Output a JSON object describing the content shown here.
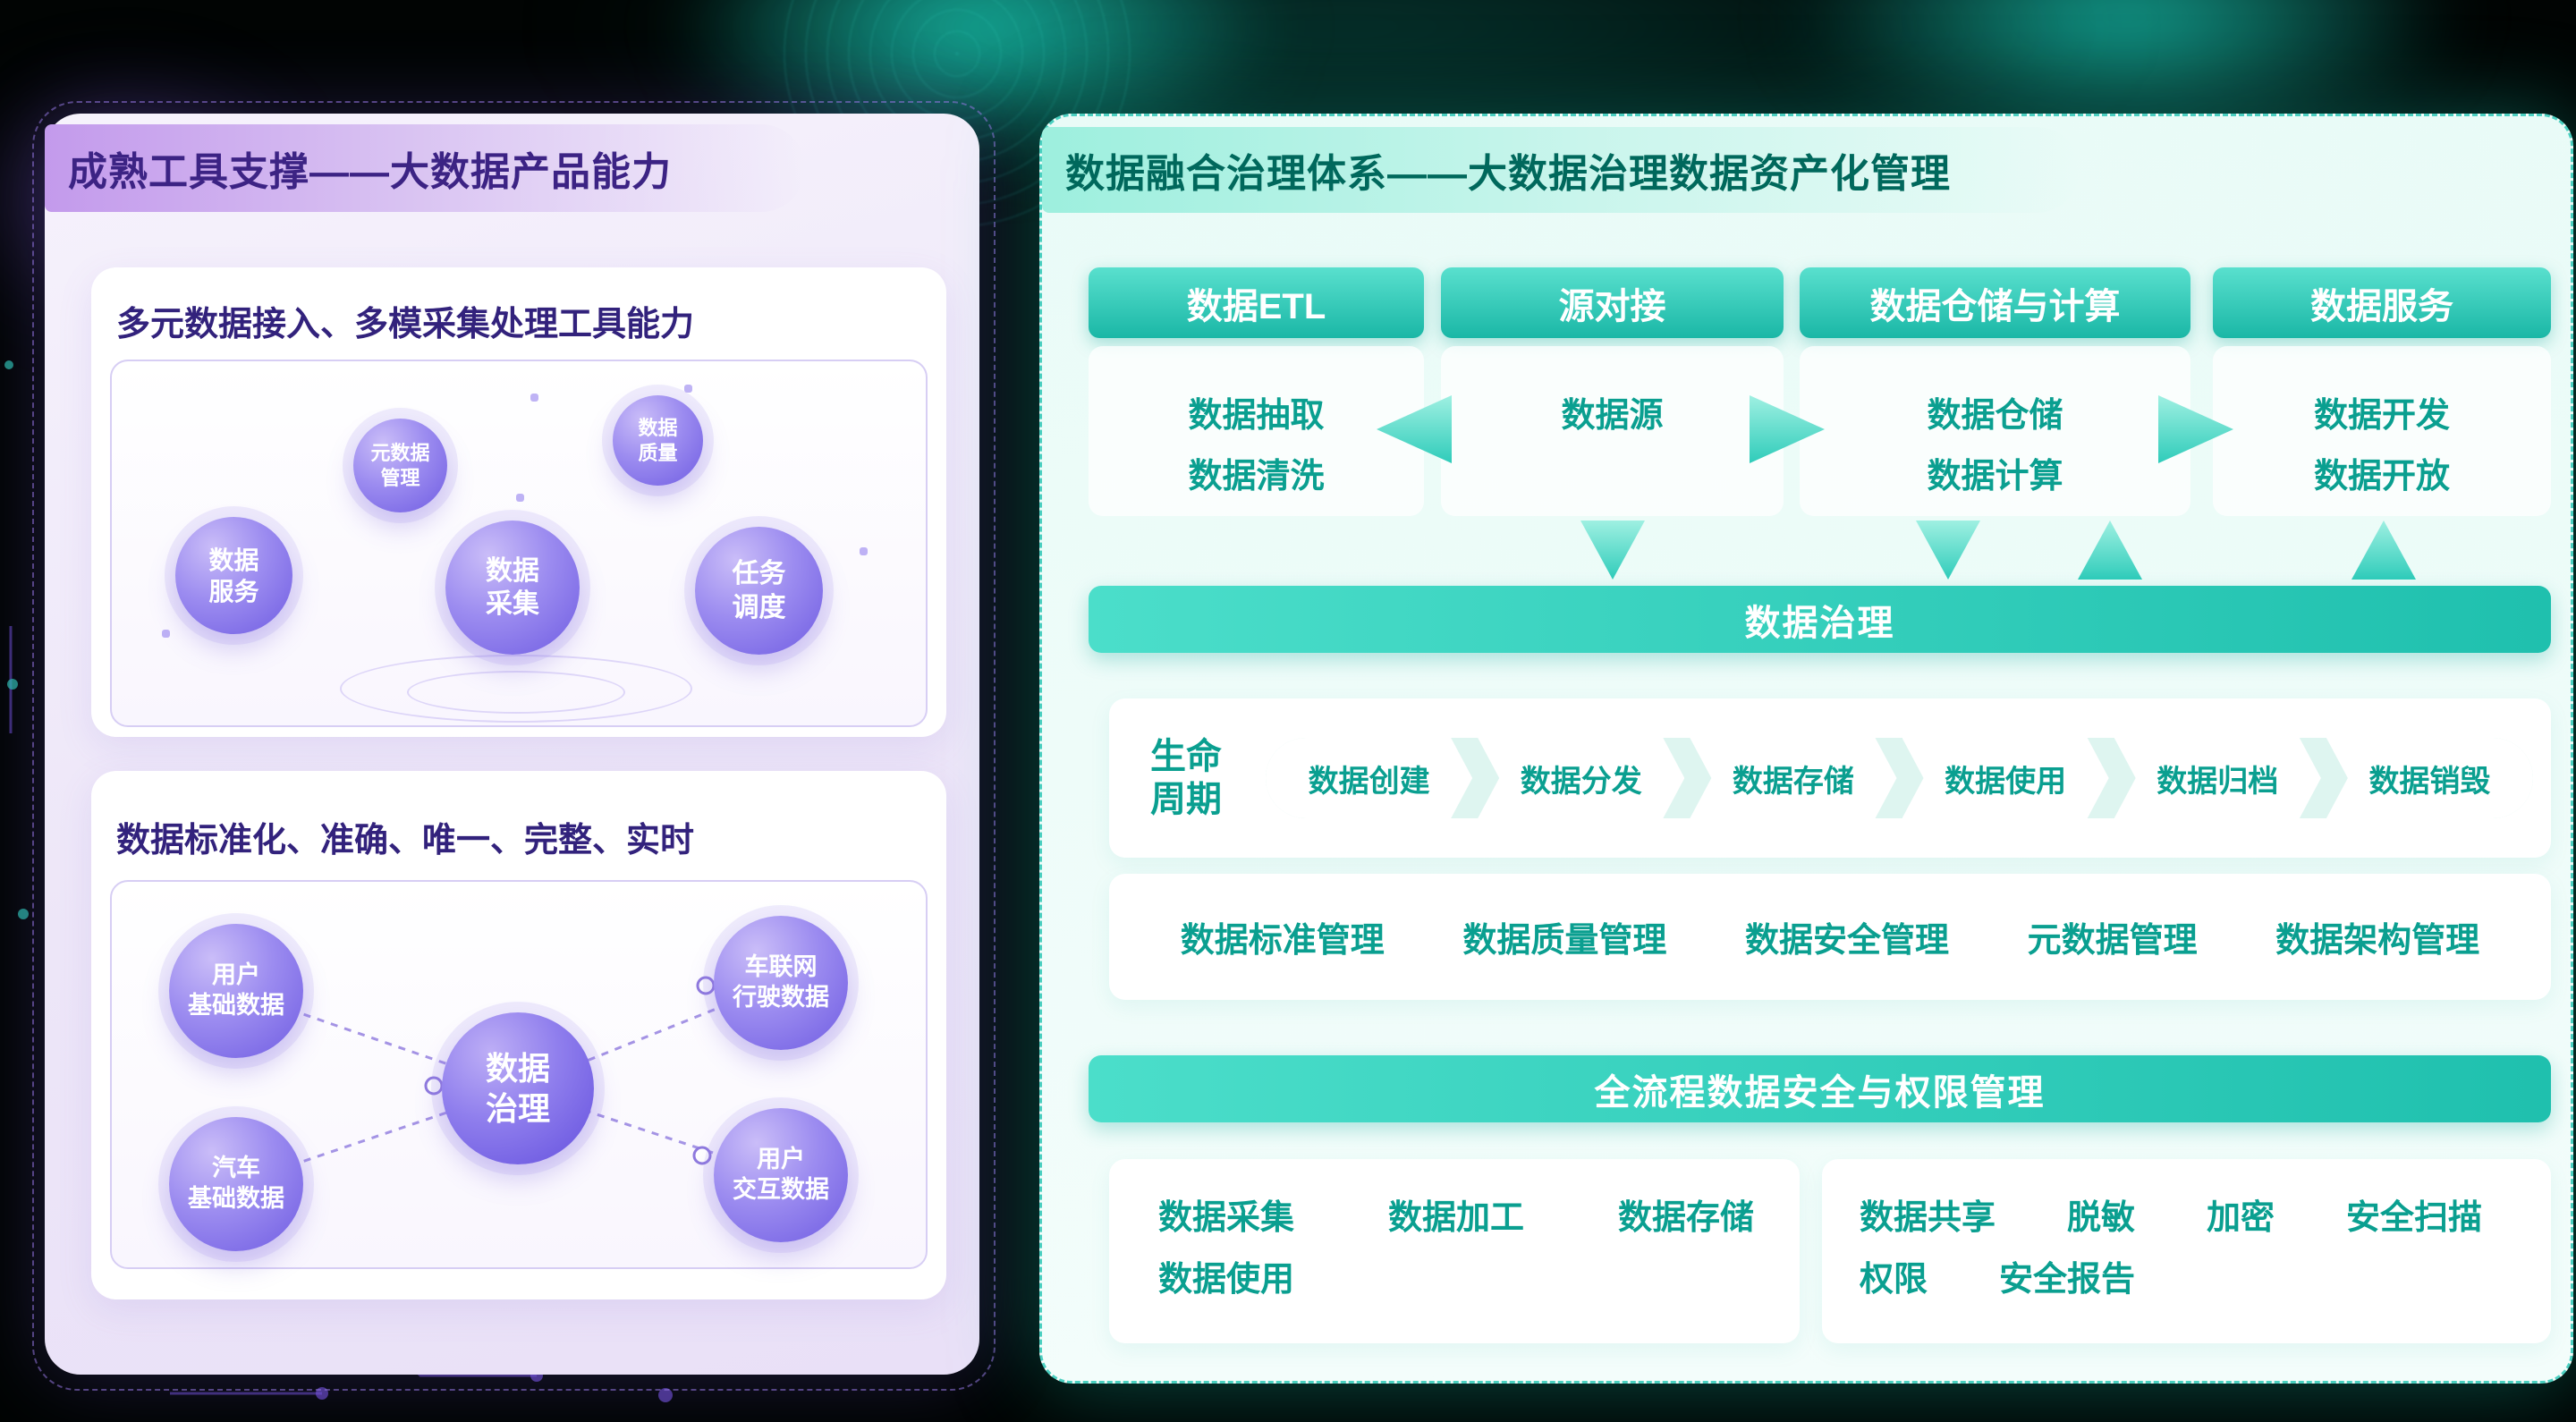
{
  "colors": {
    "purple_accent": "#7b5fe0",
    "purple_title_text": "#3c2384",
    "teal_accent": "#1fc0ae",
    "teal_item_text": "#0a9f90",
    "teal_title_text": "#00685c",
    "background": "#000000"
  },
  "left_panel": {
    "title": "成熟工具支撑——大数据产品能力",
    "tools_card": {
      "title": "多元数据接入、多模采集处理工具能力",
      "bubbles": [
        {
          "label": "元数据\n管理"
        },
        {
          "label": "数据\n质量"
        },
        {
          "label": "数据\n服务"
        },
        {
          "label": "数据\n采集"
        },
        {
          "label": "任务\n调度"
        }
      ]
    },
    "standards_card": {
      "title": "数据标准化、准确、唯一、完整、实时",
      "center_bubble": "数据\n治理",
      "bubbles": [
        {
          "label": "用户\n基础数据"
        },
        {
          "label": "车联网\n行驶数据"
        },
        {
          "label": "汽车\n基础数据"
        },
        {
          "label": "用户\n交互数据"
        }
      ]
    }
  },
  "right_panel": {
    "title": "数据融合治理体系——大数据治理数据资产化管理",
    "columns": [
      {
        "header": "数据ETL",
        "items": [
          "数据抽取",
          "数据清洗"
        ]
      },
      {
        "header": "源对接",
        "items": [
          "数据源"
        ]
      },
      {
        "header": "数据仓储与计算",
        "items": [
          "数据仓储",
          "数据计算"
        ]
      },
      {
        "header": "数据服务",
        "items": [
          "数据开发",
          "数据开放"
        ]
      }
    ],
    "governance_bar": "数据治理",
    "lifecycle": {
      "label": "生命\n周期",
      "steps": [
        "数据创建",
        "数据分发",
        "数据存储",
        "数据使用",
        "数据归档",
        "数据销毁"
      ]
    },
    "management_items": [
      "数据标准管理",
      "数据质量管理",
      "数据安全管理",
      "元数据管理",
      "数据架构管理"
    ],
    "security_bar": "全流程数据安全与权限管理",
    "security_groups": {
      "left": [
        "数据采集",
        "数据加工",
        "数据存储",
        "数据使用"
      ],
      "right": [
        "数据共享",
        "脱敏",
        "加密",
        "安全扫描",
        "权限",
        "安全报告"
      ]
    }
  }
}
